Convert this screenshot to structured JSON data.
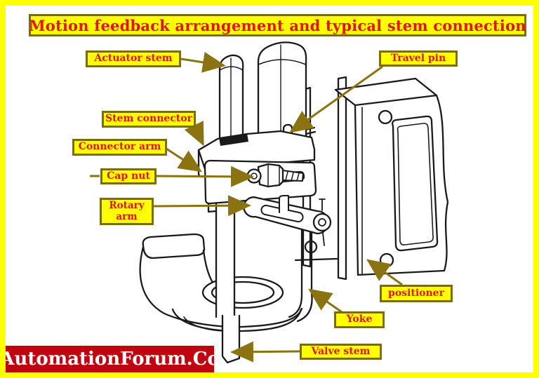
{
  "page": {
    "type": "annotated technical diagram",
    "background": "#ffffff",
    "frame_color": "#ffff00"
  },
  "title": {
    "text": "Motion feedback arrangement and typical stem connection"
  },
  "watermark": {
    "text": "AutomationForum.Co"
  },
  "colors": {
    "frame_yellow": "#ffff00",
    "label_fill": "#ffff00",
    "label_border": "#7e6c0a",
    "label_text_red": "#e3150e",
    "leader_arrow": "#8b7312",
    "watermark_bg": "#c00511",
    "watermark_text": "#ffffff",
    "line_art_ink": "#1a1a1a"
  },
  "labels": {
    "actuator_stem": "Actuator stem",
    "travel_pin": "Travel pin",
    "stem_connector": "Stem connector",
    "connector_arm": "Connector arm",
    "cap_nut": "Cap nut",
    "rotary_arm": "Rotary arm",
    "positioner": "positioner",
    "yoke": "Yoke",
    "valve_stem": "Valve stem"
  }
}
